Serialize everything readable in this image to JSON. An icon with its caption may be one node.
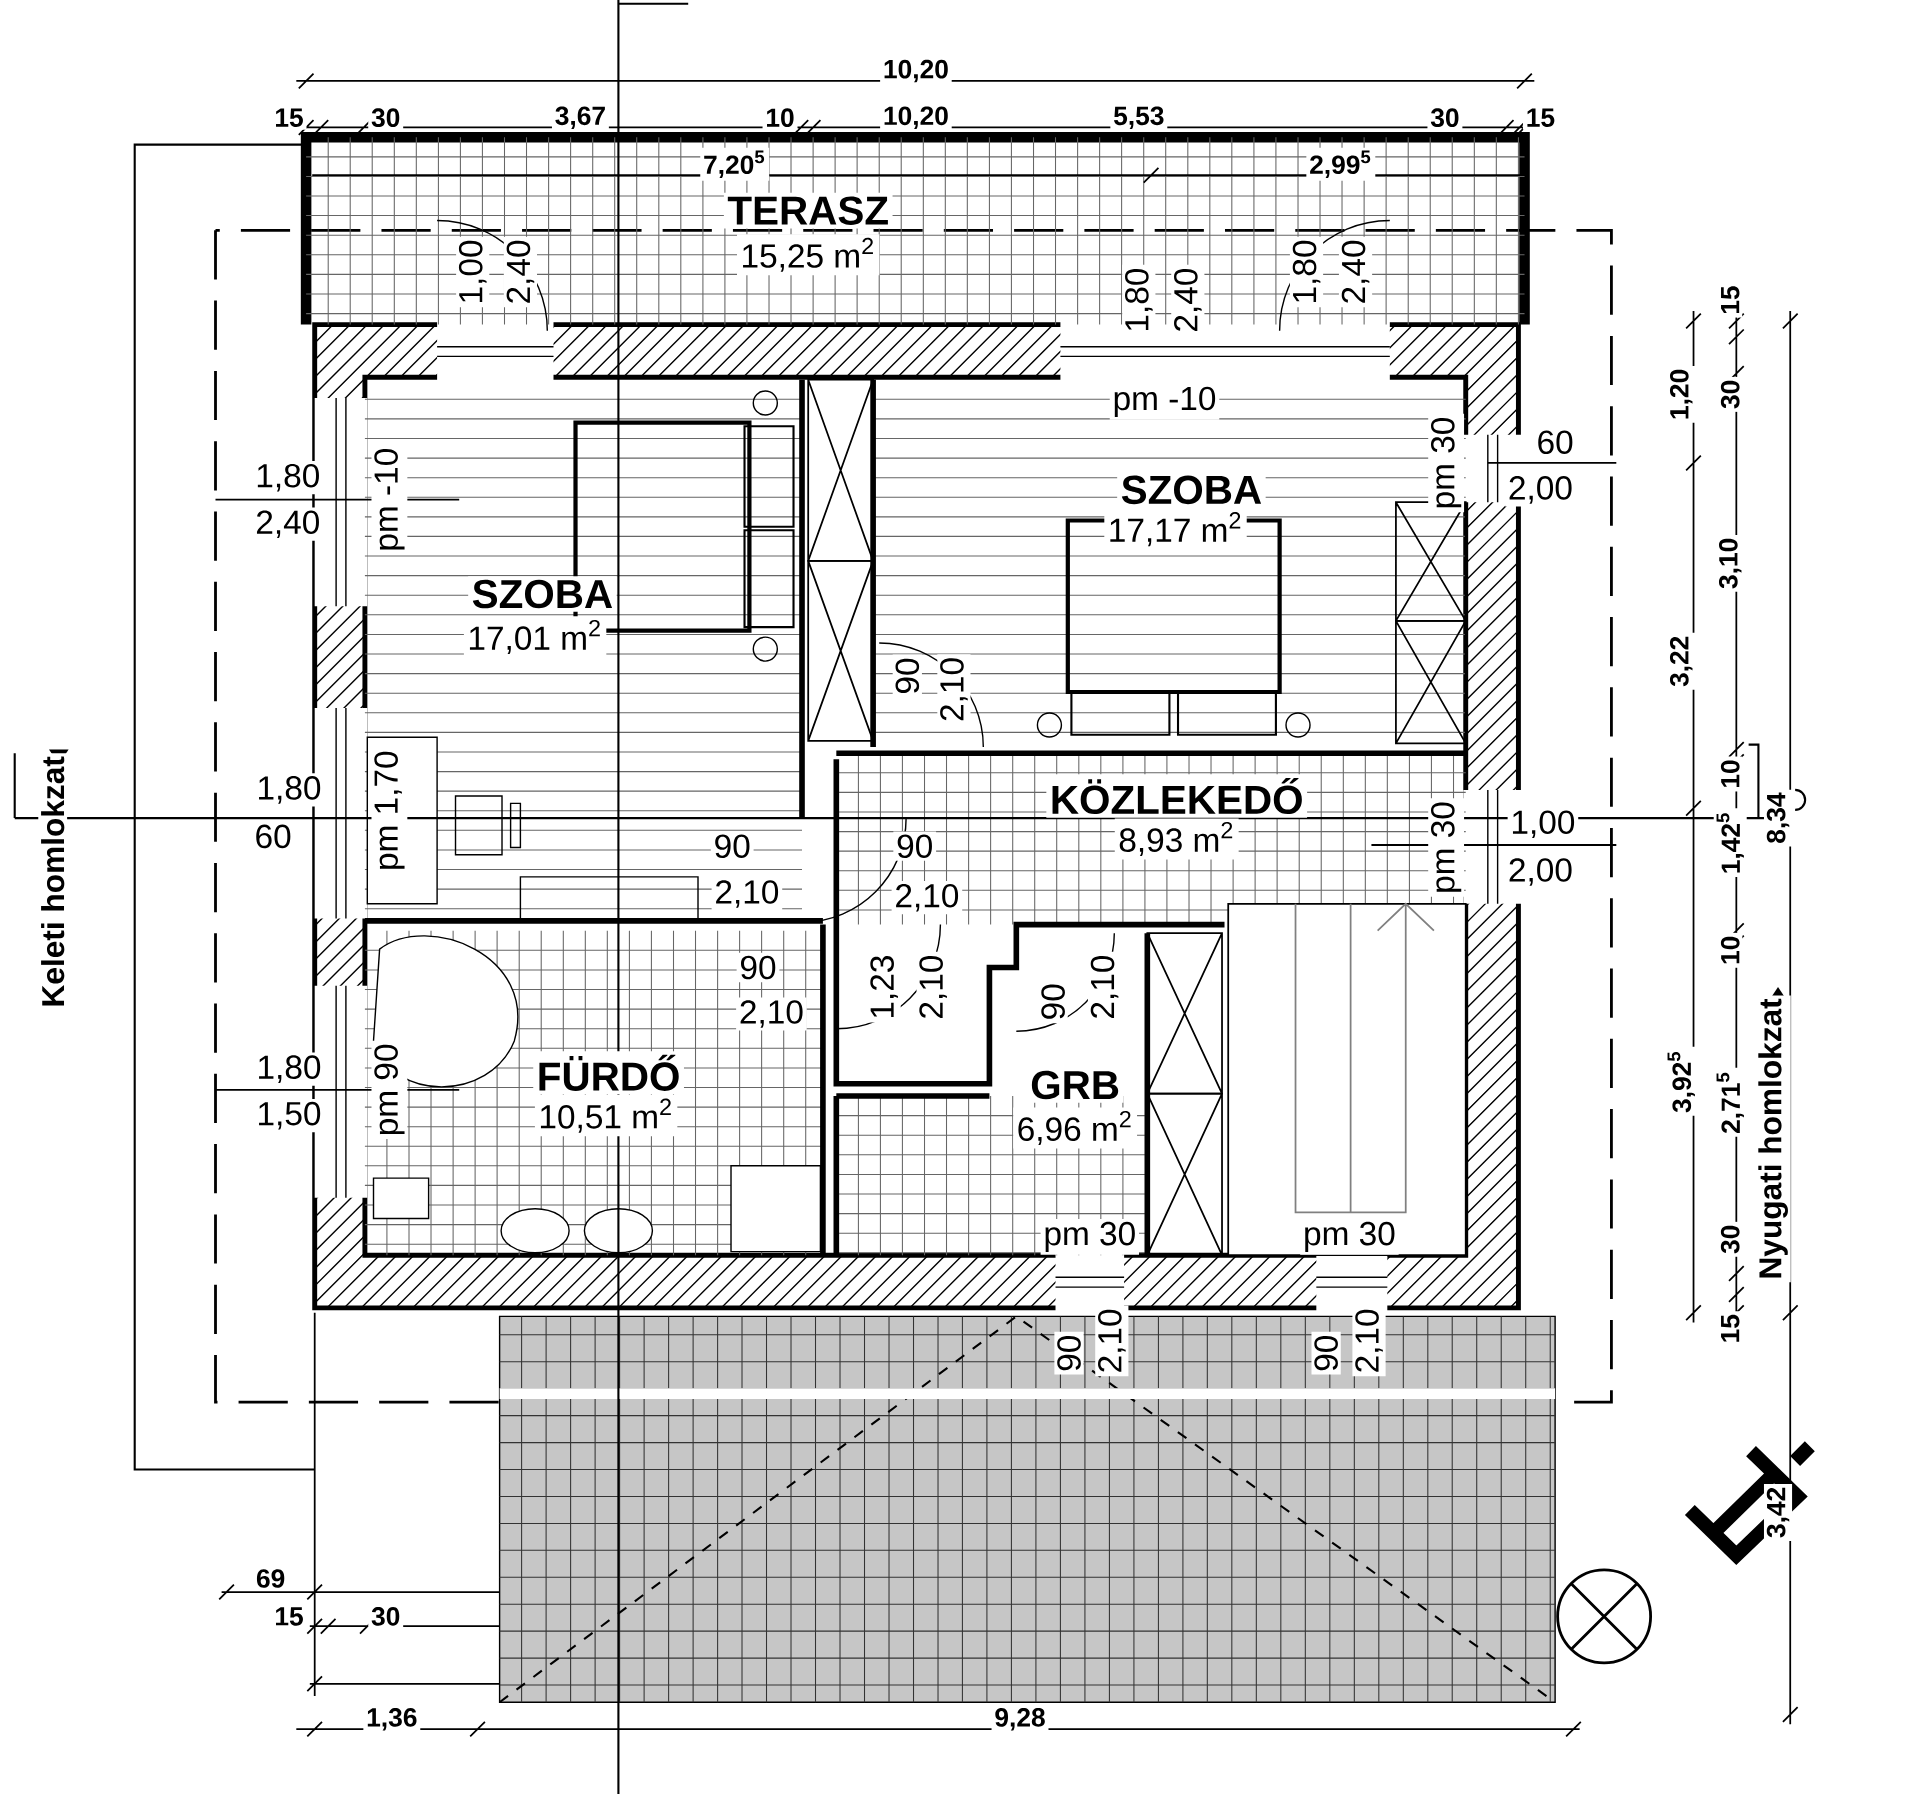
{
  "diagram": {
    "nodes": [
      {
        "text": [
          "TERASZ",
          "15,25 m$^{2}$"
        ]
      },
      {
        "text": [
          "SZOBA",
          "17,01 m$^{2}$"
        ]
      },
      {
        "text": [
          "SZOBA",
          "17,17 m$^{2}$"
        ]
      },
      {
        "text": [
          "KÖZLEKEDŐ",
          "8,93 m$^{2}$"
        ]
      },
      {
        "text": [
          "FÜRDŐ",
          "10,51 m$^{2}$"
        ]
      },
      {
        "text": [
          "GRB",
          "6,96 m$^{2}$"
        ]
      }
    ],
    "labels": [
      "10,20",
      "15",
      "30",
      "3,67",
      "10",
      "10,20",
      "5,53",
      "30",
      "15",
      "7,20$^{5}$",
      "2,99$^{5}$",
      "1,00",
      "2,40",
      "1,80",
      "2,40",
      "1,80",
      "2,40",
      "pm -10",
      "60",
      "2,00",
      "pm 30",
      "1,80",
      "2,40",
      "pm -10",
      "90",
      "2,10",
      "pm 1,70",
      "1,80",
      "60",
      "pm 30",
      "1,00",
      "2,00",
      "90",
      "2,10",
      "90",
      "2,10",
      "90",
      "2,10",
      "1,23",
      "2,10",
      "90",
      "2,10",
      "1,80",
      "1,50",
      "pm 90",
      "pm 30",
      "pm 30",
      "90",
      "2,10",
      "90",
      "2,10",
      "69",
      "15",
      "30",
      "1,36",
      "9,28",
      "15",
      "1,20",
      "30",
      "3,10",
      "3,22",
      "10",
      "1,42$^{5}$",
      "8,34",
      "10",
      "3,92$^{5}$",
      "2,71$^{5}$",
      "30",
      "15",
      "3,42",
      "Keleti homlokzat",
      "Nyugati homlokzat"
    ]
  }
}
